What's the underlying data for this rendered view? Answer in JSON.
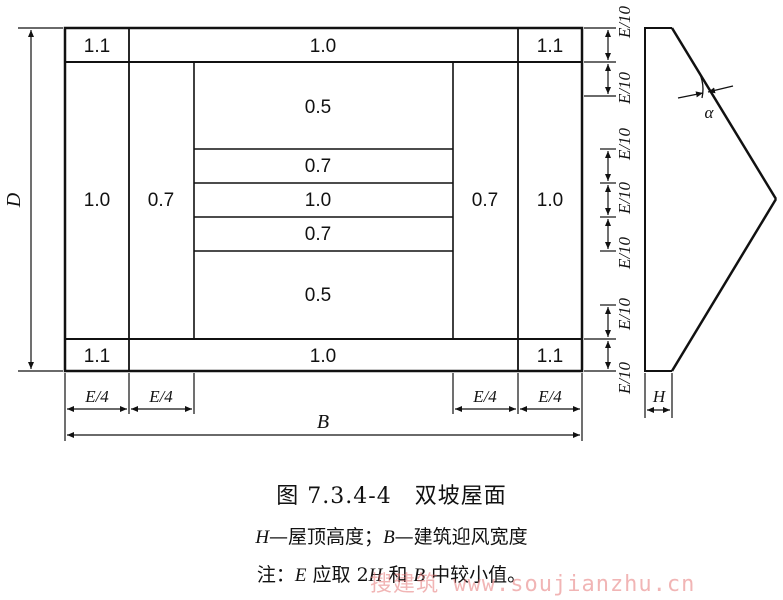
{
  "colors": {
    "ink": "#111111",
    "watermark": "#e67878"
  },
  "diagram": {
    "coefficients": {
      "corner": "1.1",
      "edge_strip": "1.0",
      "side_outer": "1.0",
      "side_inner": "0.7",
      "center_top": "0.5",
      "center_upper": "0.7",
      "center_ridge": "1.0",
      "center_lower": "0.7",
      "center_bottom": "0.5"
    },
    "dims": {
      "D": "D",
      "B": "B",
      "E4": "E/4",
      "E10": "E/10",
      "H": "H",
      "alpha": "α"
    }
  },
  "caption": {
    "title": "图 7.3.4-4　双坡屋面",
    "legend_h": "H",
    "legend_mid": "—屋顶高度；",
    "legend_b": "B",
    "legend_end": "—建筑迎风宽度",
    "note_pre": "注：",
    "note_e": "E",
    "note_mid": " 应取 2",
    "note_h": "H",
    "note_and": " 和 ",
    "note_b": "B",
    "note_end": " 中较小值。"
  },
  "watermark": "搜建筑 www.soujianzhu.cn"
}
